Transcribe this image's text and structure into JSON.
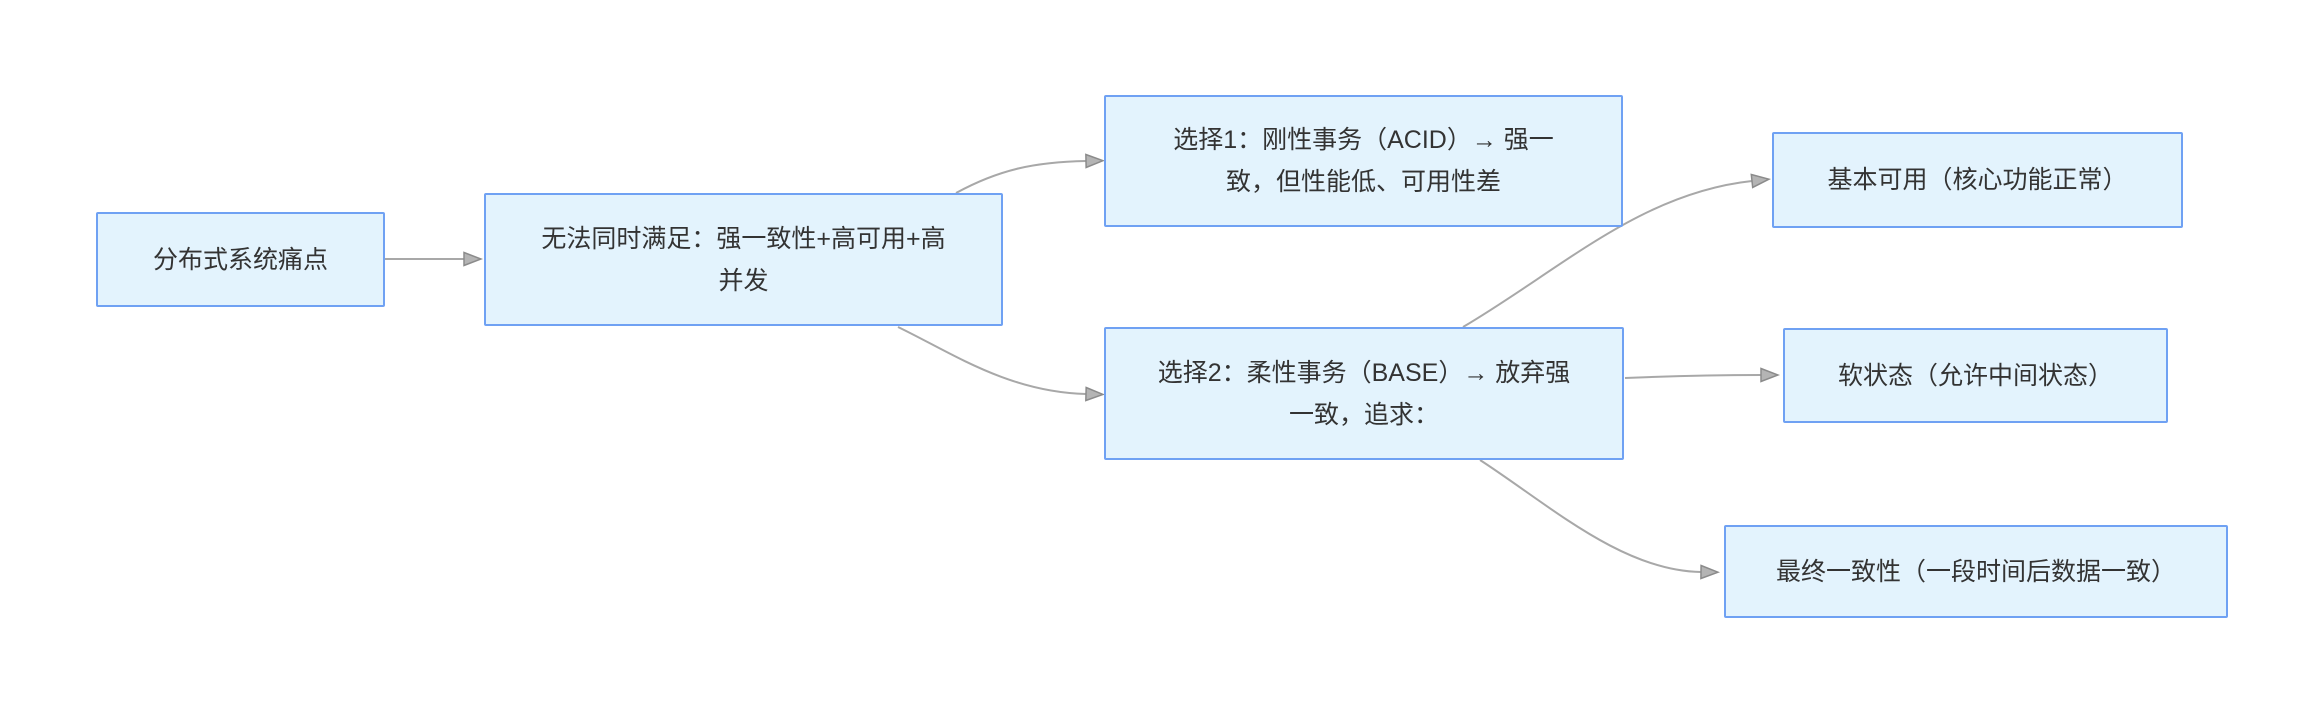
{
  "diagram": {
    "background_color": "#ffffff",
    "node_fill_color": "#e3f3fd",
    "node_border_color": "#6fa1f3",
    "text_color": "#333333",
    "connector_color": "#a8a8a8",
    "arrowhead_fill_color": "#b4b4b4",
    "arrowhead_stroke_color": "#8b8b8b",
    "nodes": [
      {
        "id": "pain-point",
        "label": "分布式系统痛点"
      },
      {
        "id": "cap-tradeoff",
        "label": "无法同时满足：强一致性+高可用+高\n并发"
      },
      {
        "id": "choice-acid",
        "label": "选择1：刚性事务（ACID）→ 强一\n致，但性能低、可用性差"
      },
      {
        "id": "choice-base",
        "label": "选择2：柔性事务（BASE）→ 放弃强\n一致，追求："
      },
      {
        "id": "basically-available",
        "label": "基本可用（核心功能正常）"
      },
      {
        "id": "soft-state",
        "label": "软状态（允许中间状态）"
      },
      {
        "id": "eventual-consistency",
        "label": "最终一致性（一段时间后数据一致）"
      }
    ],
    "edges": [
      {
        "from": "pain-point",
        "to": "cap-tradeoff"
      },
      {
        "from": "cap-tradeoff",
        "to": "choice-acid"
      },
      {
        "from": "cap-tradeoff",
        "to": "choice-base"
      },
      {
        "from": "choice-base",
        "to": "basically-available"
      },
      {
        "from": "choice-base",
        "to": "soft-state"
      },
      {
        "from": "choice-base",
        "to": "eventual-consistency"
      }
    ]
  }
}
